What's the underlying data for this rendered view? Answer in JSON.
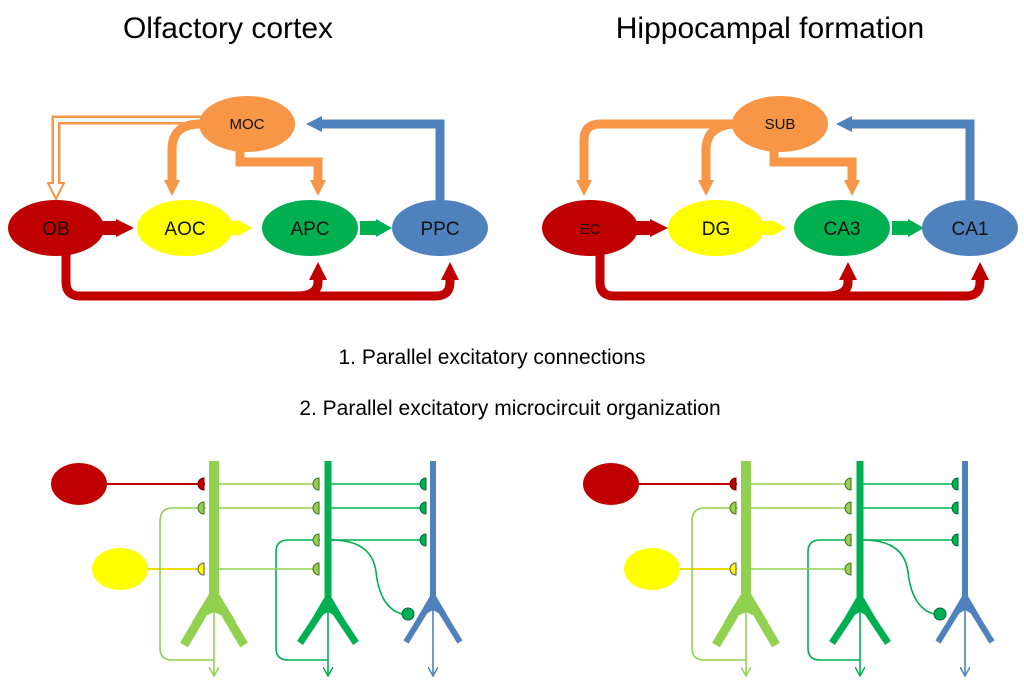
{
  "colors": {
    "red": "#c00000",
    "yellow": "#ffff00",
    "green": "#00b050",
    "light_green": "#92d050",
    "blue": "#4f81bd",
    "orange": "#f79646"
  },
  "left_panel": {
    "title": "Olfactory cortex",
    "top_node": "MOC",
    "nodes": [
      "OB",
      "AOC",
      "APC",
      "PPC"
    ]
  },
  "right_panel": {
    "title": "Hippocampal  formation",
    "top_node": "SUB",
    "nodes": [
      "EC",
      "DG",
      "CA3",
      "CA1"
    ]
  },
  "captions": {
    "line1": "1. Parallel excitatory  connections",
    "line2": "2. Parallel excitatory  microcircuit organization"
  }
}
